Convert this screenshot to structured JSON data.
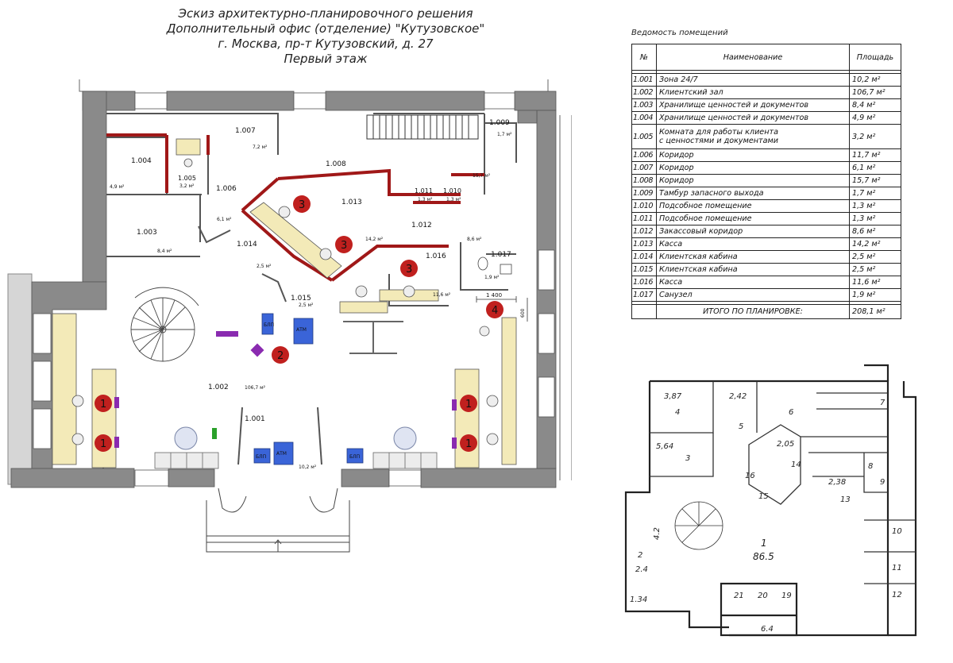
{
  "title": {
    "line1": "Эскиз архитектурно-планировочного решения",
    "line2": "Дополнительный офис (отделение) \"Кутузовское\"",
    "line3": "г. Москва, пр-т Кутузовский, д. 27",
    "line4": "Первый этаж"
  },
  "plan": {
    "rooms": {
      "r1001": {
        "num": "1.001",
        "area": "10,2 м²"
      },
      "r1002": {
        "num": "1.002",
        "area": "106,7 м²"
      },
      "r1003": {
        "num": "1.003",
        "area": "8,4 м²"
      },
      "r1004": {
        "num": "1.004",
        "area": "4,9 м²"
      },
      "r1005": {
        "num": "1.005",
        "area": "3,2 м²"
      },
      "r1006": {
        "num": "1.006",
        "area": "6,1 м²"
      },
      "r1007": {
        "num": "1.007",
        "area": "7,2 м²"
      },
      "r1008": {
        "num": "1.008",
        "area": "15,7 м²"
      },
      "r1009": {
        "num": "1.009",
        "area": "1,7 м²"
      },
      "r1010": {
        "num": "1.010",
        "area": "1,3 м²"
      },
      "r1011": {
        "num": "1.011",
        "area": "1,3 м²"
      },
      "r1012": {
        "num": "1.012",
        "area": "8,6 м²"
      },
      "r1013": {
        "num": "1.013",
        "area": "14,2 м²"
      },
      "r1014": {
        "num": "1.014",
        "area": "2,5 м²"
      },
      "r1015": {
        "num": "1.015",
        "area": "2,5 м²"
      },
      "r1016": {
        "num": "1.016",
        "area": "11,6 м²"
      },
      "r1017": {
        "num": "1.017",
        "area": "1,9 м²"
      }
    },
    "devices": {
      "blp": "БЛП",
      "atm": "АТМ"
    },
    "markers": {
      "m1": "1",
      "m2": "2",
      "m3": "3",
      "m4": "4"
    },
    "dimension": "1 400",
    "dim_small": "600",
    "colors": {
      "wall": "#8a8a8a",
      "partition": "#a01818",
      "desk": "#f3eab8",
      "device": "#3a64d8",
      "marker": "#c0201e",
      "purple": "#8a2bb0",
      "green": "#2aa02a"
    }
  },
  "table": {
    "caption": "Ведомость помещений",
    "headers": {
      "num": "№",
      "name": "Наименование",
      "area": "Площадь"
    },
    "rows": [
      {
        "num": "1.001",
        "name": "Зона 24/7",
        "area": "10,2 м²"
      },
      {
        "num": "1.002",
        "name": "Клиентский зал",
        "area": "106,7 м²"
      },
      {
        "num": "1.003",
        "name": "Хранилище ценностей и документов",
        "area": "8,4 м²"
      },
      {
        "num": "1.004",
        "name": "Хранилище ценностей и документов",
        "area": "4,9 м²"
      },
      {
        "num": "1.005",
        "name1": "Комната для работы клиента",
        "name2": "с ценностями и документами",
        "area": "3,2 м²"
      },
      {
        "num": "1.006",
        "name": "Коридор",
        "area": "11,7 м²"
      },
      {
        "num": "1.007",
        "name": "Коридор",
        "area": "6,1 м²"
      },
      {
        "num": "1.008",
        "name": "Коридор",
        "area": "15,7 м²"
      },
      {
        "num": "1.009",
        "name": "Тамбур запасного выхода",
        "area": "1,7 м²"
      },
      {
        "num": "1.010",
        "name": "Подсобное помещение",
        "area": "1,3 м²"
      },
      {
        "num": "1.011",
        "name": "Подсобное помещение",
        "area": "1,3 м²"
      },
      {
        "num": "1.012",
        "name": "Закассовый коридор",
        "area": "8,6 м²"
      },
      {
        "num": "1.013",
        "name": "Касса",
        "area": "14,2 м²"
      },
      {
        "num": "1.014",
        "name": "Клиентская кабина",
        "area": "2,5 м²"
      },
      {
        "num": "1.015",
        "name": "Клиентская кабина",
        "area": "2,5 м²"
      },
      {
        "num": "1.016",
        "name": "Касса",
        "area": "11,6 м²"
      },
      {
        "num": "1.017",
        "name": "Санузел",
        "area": "1,9 м²"
      }
    ],
    "total": {
      "label": "ИТОГО ПО ПЛАНИРОВКЕ:",
      "value": "208,1 м²"
    }
  },
  "bti": {
    "labels": {
      "l3_87": "3,87",
      "l2_42": "2,42",
      "l4": "4",
      "l5": "5",
      "l6": "6",
      "l7": "7",
      "l3": "3",
      "l5_64": "5,64",
      "l2_05": "2,05",
      "l14": "14",
      "l16": "16",
      "l15": "15",
      "l8": "8",
      "l9": "9",
      "l2_38": "2,38",
      "l13": "13",
      "l1": "1",
      "l86_5": "86.5",
      "l10": "10",
      "l11": "11",
      "l12": "12",
      "l2": "2",
      "l2_4": "2.4",
      "l1_34": "1.34",
      "l21": "21",
      "l20": "20",
      "l19": "19",
      "l6_4": "6.4",
      "l4_2": "4.2"
    }
  }
}
